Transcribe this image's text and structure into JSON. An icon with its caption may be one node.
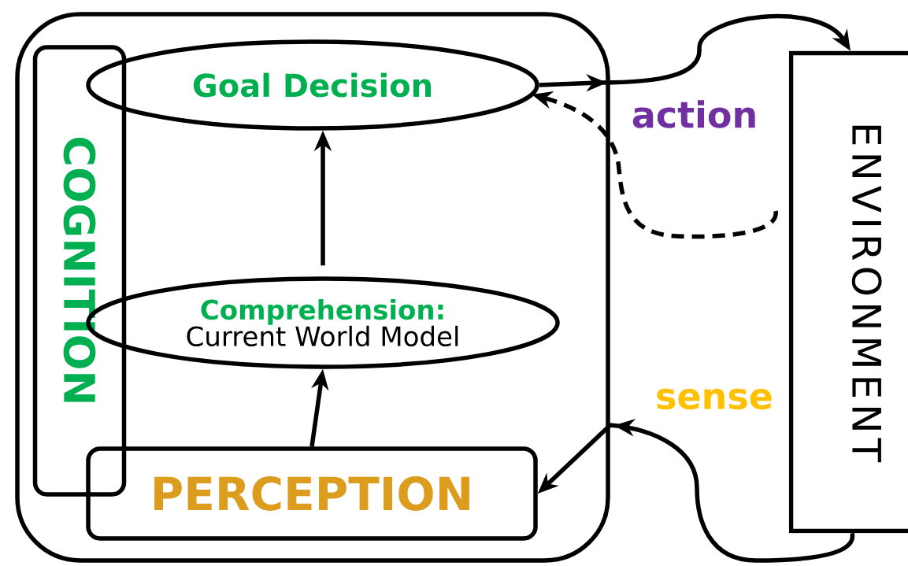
{
  "diagram": {
    "nodes": [
      {
        "text": [],
        "shape": "box"
      },
      {
        "text": [
          "COGNITION"
        ],
        "in": 0
      },
      {
        "text": [
          "Goal Decision"
        ],
        "in": 0
      },
      {
        "text": [
          "Comprehension:",
          "Current World Model"
        ],
        "in": 0
      },
      {
        "text": [
          "PERCEPTION"
        ],
        "in": 0
      },
      {
        "text": [
          "ENVIRONMENT"
        ]
      }
    ],
    "edges": [
      {
        "from": 3,
        "to": 2,
        "arrow": "to"
      },
      {
        "from": 4,
        "to": 3,
        "arrow": "to"
      },
      {
        "from": 2,
        "to": 5,
        "arrow": "to",
        "label": "action"
      },
      {
        "from": null,
        "to": 2,
        "arrow": "to",
        "style": "dashed"
      },
      {
        "from": 5,
        "to": 4,
        "arrow": "to",
        "label": "sense"
      }
    ]
  }
}
